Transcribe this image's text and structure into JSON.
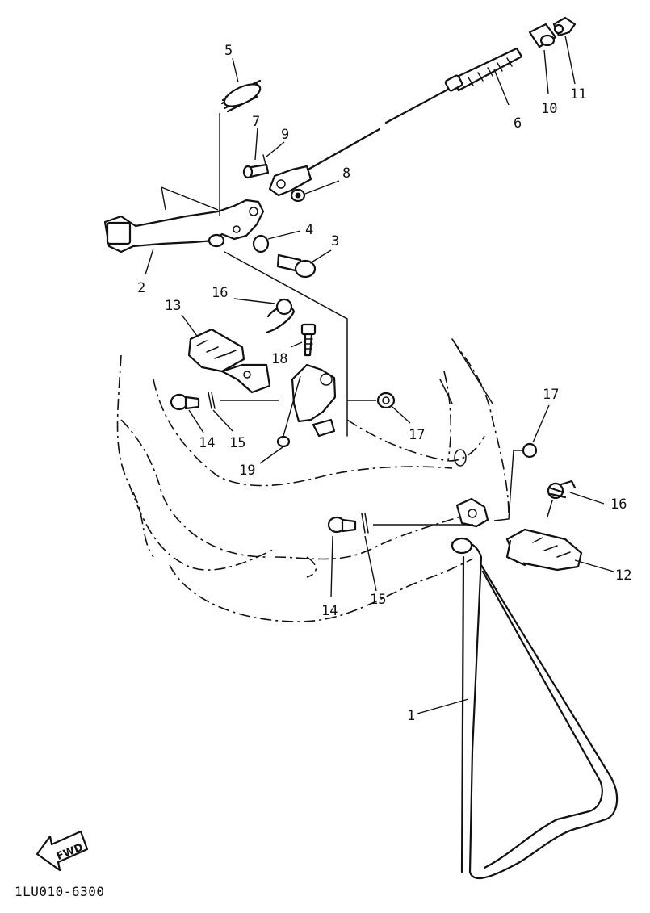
{
  "diagram": {
    "code": "1LU010-6300",
    "fwd_label": "FWD",
    "callouts": {
      "c1": "1",
      "c2": "2",
      "c3": "3",
      "c4": "4",
      "c5": "5",
      "c6": "6",
      "c7": "7",
      "c8": "8",
      "c9": "9",
      "c10": "10",
      "c11": "11",
      "c12": "12",
      "c13": "13",
      "c14a": "14",
      "c14b": "14",
      "c15a": "15",
      "c15b": "15",
      "c16a": "16",
      "c16b": "16",
      "c17a": "17",
      "c17b": "17",
      "c18": "18",
      "c19": "19"
    }
  }
}
